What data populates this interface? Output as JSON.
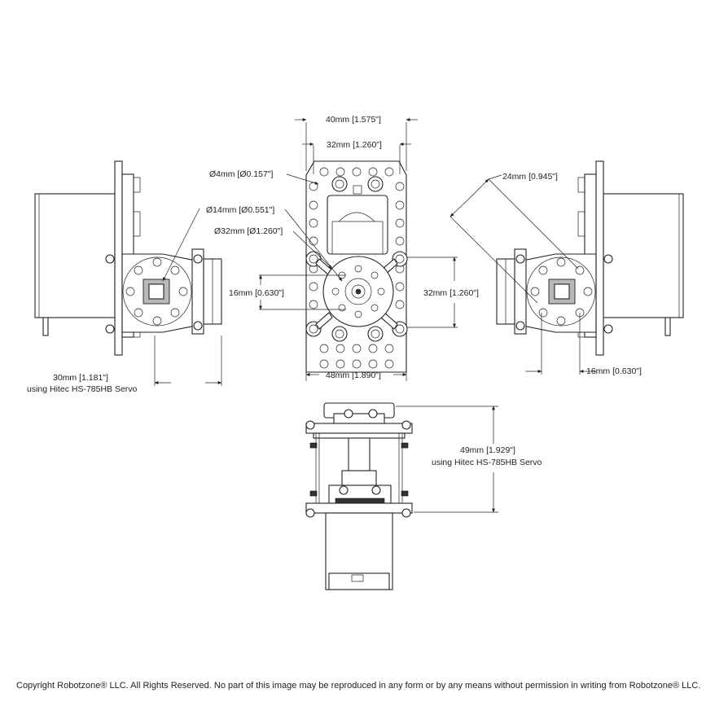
{
  "dimensions": {
    "width_40": "40mm [1.575\"]",
    "width_32_top": "32mm [1.260\"]",
    "hole_4": "Ø4mm [Ø0.157\"]",
    "hub_14": "Ø14mm [Ø0.551\"]",
    "hub_32": "Ø32mm [Ø1.260\"]",
    "spacing_16_left": "16mm [0.630\"]",
    "height_32": "32mm [1.260\"]",
    "width_48": "48mm [1.890\"]",
    "angle_24": "24mm [0.945\"]",
    "depth_30_line1": "30mm [1.181\"]",
    "depth_30_line2": "using Hitec HS-785HB Servo",
    "spacing_16_right": "16mm [0.630\"]",
    "height_49_line1": "49mm [1.929\"]",
    "height_49_line2": "using Hitec HS-785HB Servo"
  },
  "footer": "Copyright Robotzone® LLC.  All Rights Reserved. No part of this image may be reproduced in any form or by any means without permission in writing from Robotzone® LLC."
}
